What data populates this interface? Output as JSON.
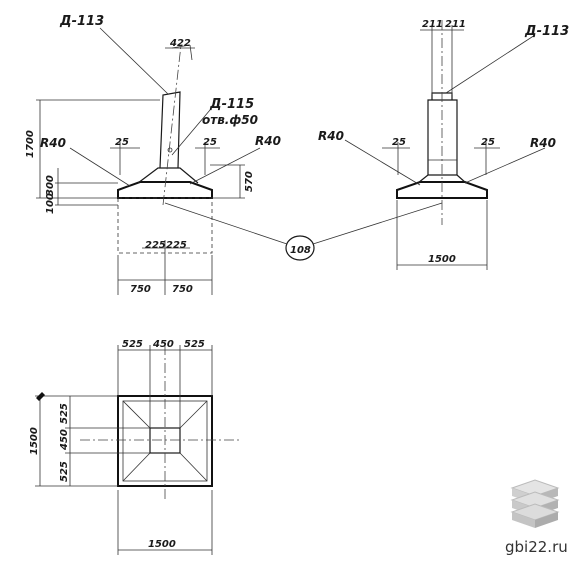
{
  "labels": {
    "d113_left": "Д-113",
    "d113_right": "Д-113",
    "d115": "Д-115",
    "hole": "отв.ф50",
    "mark108": "108",
    "r40_1": "R40",
    "r40_2": "R40",
    "r40_3": "R40",
    "r40_4": "R40"
  },
  "dims": {
    "d422": "422",
    "d1700": "1700",
    "d300": "300",
    "d100": "100",
    "d570": "570",
    "d25_1": "25",
    "d25_2": "25",
    "d25_3": "25",
    "d25_4": "25",
    "d225a": "225",
    "d225b": "225",
    "d750a": "750",
    "d750b": "750",
    "d211a": "211",
    "d211b": "211",
    "d1500_front": "1500",
    "plan_525a": "525",
    "plan_450": "450",
    "plan_525b": "525",
    "plan_v525a": "525",
    "plan_v450": "450",
    "plan_v525b": "525",
    "plan_1500v": "1500",
    "plan_1500h": "1500"
  },
  "watermark": {
    "site": "gbi22.ru",
    "icon": "stacked-slabs-icon"
  }
}
